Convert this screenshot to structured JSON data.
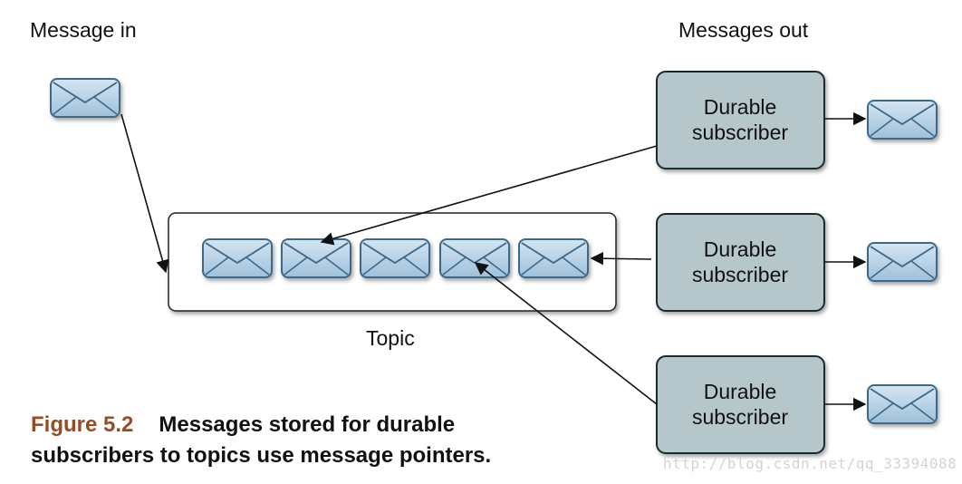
{
  "labels": {
    "message_in": "Message in",
    "messages_out": "Messages out",
    "topic": "Topic"
  },
  "subscribers": [
    {
      "line1": "Durable",
      "line2": "subscriber"
    },
    {
      "line1": "Durable",
      "line2": "subscriber"
    },
    {
      "line1": "Durable",
      "line2": "subscriber"
    }
  ],
  "caption": {
    "figure_number": "Figure 5.2",
    "text_line1": "Messages stored for durable",
    "text_line2": "subscribers to topics use message pointers."
  },
  "watermark": "http://blog.csdn.net/qq_33394088",
  "colors": {
    "envelope_fill": "#b9d3e6",
    "envelope_stroke": "#3d6888",
    "subscriber_fill": "#b6c7cc",
    "subscriber_stroke": "#1f2b2e",
    "figure_number": "#9a4b22"
  },
  "icons": [
    "envelope-icon"
  ]
}
